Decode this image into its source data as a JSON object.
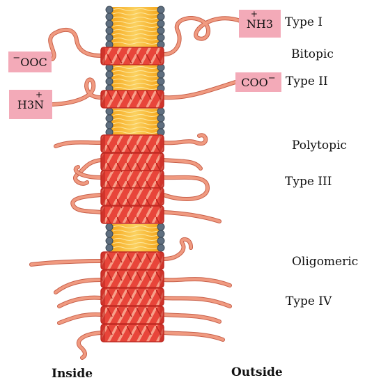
{
  "labels": {
    "type1": "Type I",
    "bitopic": "Bitopic",
    "type2": "Type II",
    "polytopic": "Polytopic",
    "type3": "Type III",
    "oligomeric": "Oligomeric",
    "type4": "Type IV",
    "inside": "Inside",
    "outside": "Outside"
  },
  "termini": {
    "nh3": "NH3",
    "nh3_charge": "+",
    "ooc": "OOC",
    "ooc_charge": "−",
    "coo": "COO",
    "coo_charge": "−",
    "h3n": "H3N",
    "h3n_charge": "+"
  },
  "colors": {
    "helix": "#e8453a",
    "helix_dark": "#c02a22",
    "helix_stripe": "#f7a08a",
    "loop": "#f09a80",
    "lipid_tail": "#f5b325",
    "lipid_head": "#5f6f80",
    "tag_bg": "#f3aab8"
  }
}
